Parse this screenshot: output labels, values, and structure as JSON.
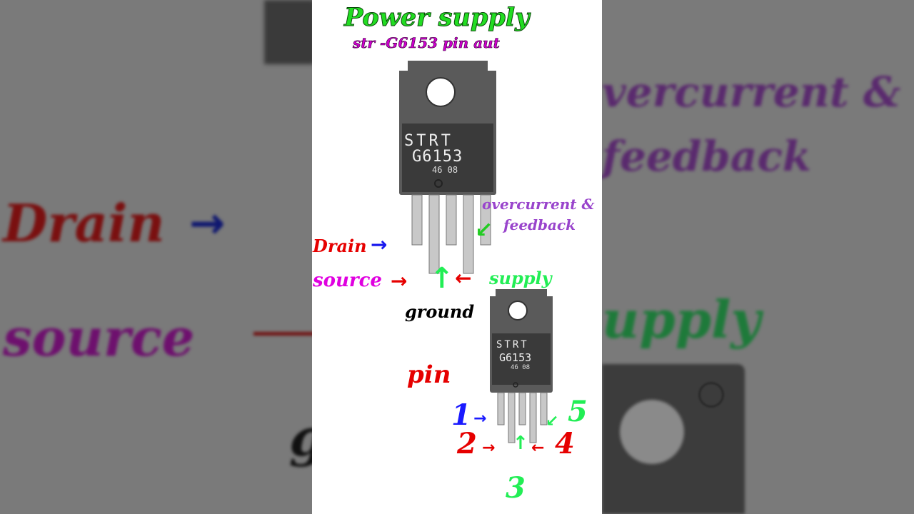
{
  "title": "Power supply",
  "subtitle": "str -G6153 pin aut",
  "chip": {
    "line1": "STRT",
    "line2": "G6153",
    "line3": "46 08"
  },
  "labels": {
    "drain": "Drain",
    "source": "source",
    "ground": "ground",
    "supply": "supply",
    "overcurrent": "overcurrent &",
    "feedback": "feedback",
    "pin": "pin"
  },
  "pins": [
    "1",
    "2",
    "3",
    "4",
    "5"
  ],
  "background": {
    "left_drain": "Drain",
    "left_source": "source",
    "left_g": "g",
    "right_overcurrent": "vercurrent &",
    "right_feedback": "feedback",
    "right_supply": "upply"
  },
  "colors": {
    "title": "#22dd22",
    "subtitle": "#cc00cc",
    "drain": "#e60000",
    "source": "#e000e0",
    "ground": "#000000",
    "supply": "#22ee55",
    "overcurrent": "#9944cc",
    "pin": "#e60000",
    "pin1": "#1a1aff",
    "pin2": "#e60000",
    "pin3": "#22ee55",
    "pin4": "#e60000",
    "pin5": "#22ee55"
  }
}
